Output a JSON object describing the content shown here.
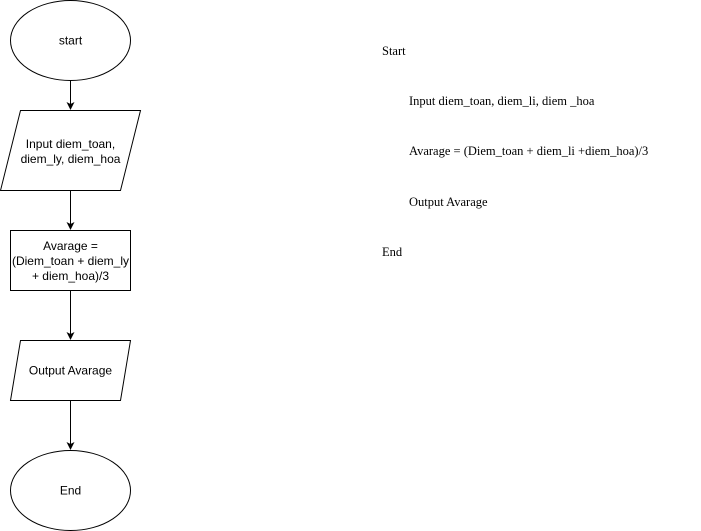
{
  "flowchart": {
    "start": {
      "label": "start"
    },
    "input": {
      "lines": [
        "Input diem_toan,",
        "diem_ly, diem_hoa"
      ]
    },
    "process": {
      "lines": [
        "Avarage =",
        "(Diem_toan + diem_ly",
        "+ diem_hoa)/3"
      ]
    },
    "output": {
      "label": "Output Avarage"
    },
    "end": {
      "label": "End"
    }
  },
  "pseudocode": {
    "lines": [
      {
        "text": "Start",
        "indent": 0
      },
      {
        "text": "Input diem_toan, diem_li, diem _hoa",
        "indent": 1
      },
      {
        "text": "Avarage = (Diem_toan + diem_li +diem_hoa)/3",
        "indent": 1
      },
      {
        "text": "Output Avarage",
        "indent": 1
      },
      {
        "text": "End",
        "indent": 0
      }
    ]
  },
  "colors": {
    "stroke": "#000000",
    "fill": "#ffffff",
    "text": "#000000"
  }
}
